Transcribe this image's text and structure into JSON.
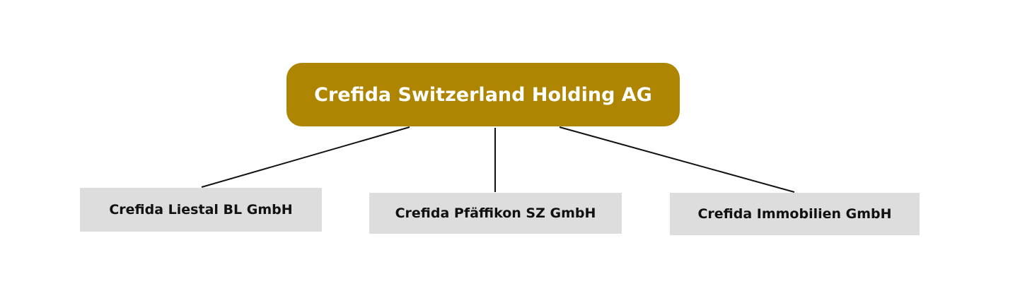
{
  "diagram": {
    "type": "org-chart",
    "colors": {
      "root_fill": "#ad8501",
      "root_text": "#ffffff",
      "child_fill": "#dddddd",
      "child_text": "#111111",
      "connector": "#111111"
    },
    "root": {
      "label": "Crefida Switzerland Holding AG"
    },
    "children": [
      {
        "label": "Crefida Liestal BL GmbH"
      },
      {
        "label": "Crefida Pfäffikon SZ GmbH"
      },
      {
        "label": "Crefida Immobilien GmbH"
      }
    ]
  }
}
